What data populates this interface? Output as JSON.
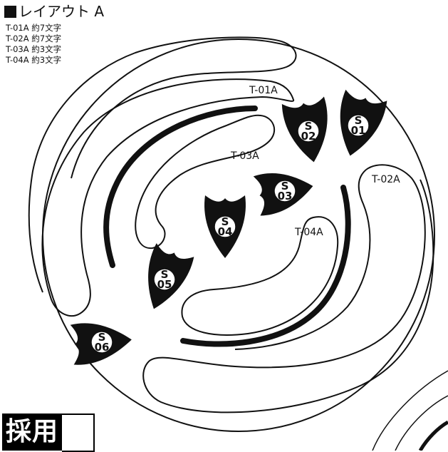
{
  "header": {
    "title": "レイアウト A",
    "notes": [
      "T-01A 約7文字",
      "T-02A 約7文字",
      "T-03A 約3文字",
      "T-04A 約3文字"
    ]
  },
  "track_labels": [
    "T-01A",
    "T-02A",
    "T-03A",
    "T-04A"
  ],
  "markers": [
    {
      "s": "S",
      "n": "01"
    },
    {
      "s": "S",
      "n": "02"
    },
    {
      "s": "S",
      "n": "03"
    },
    {
      "s": "S",
      "n": "04"
    },
    {
      "s": "S",
      "n": "05"
    },
    {
      "s": "S",
      "n": "06"
    }
  ],
  "footer": {
    "label": "採用"
  },
  "colors": {
    "ink": "#111111",
    "paper": "#ffffff"
  }
}
